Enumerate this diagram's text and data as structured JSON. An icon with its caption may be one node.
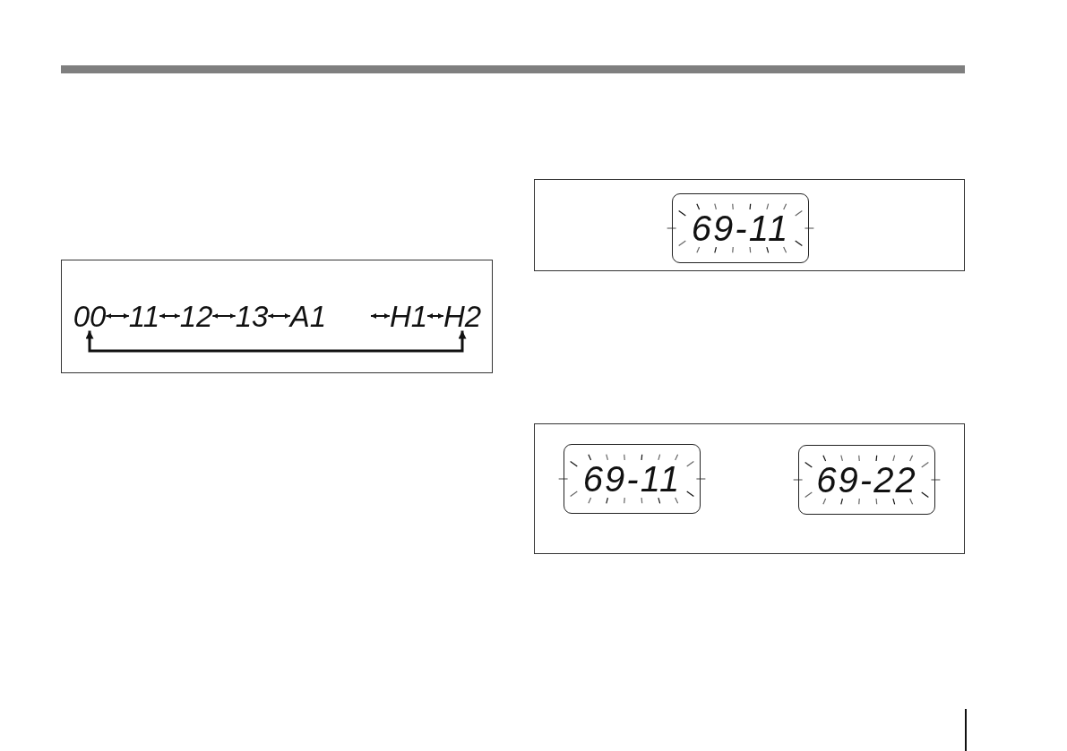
{
  "diagram": {
    "nodes": [
      {
        "text": [],
        "shape": "box"
      },
      {
        "text": [
          "00"
        ],
        "in": 0
      },
      {
        "text": [
          "11"
        ],
        "in": 0
      },
      {
        "text": [
          "12"
        ],
        "in": 0
      },
      {
        "text": [
          "13"
        ],
        "in": 0
      },
      {
        "text": [
          "A1"
        ],
        "in": 0
      },
      {
        "text": [
          "H1"
        ],
        "in": 0
      },
      {
        "text": [
          "H2"
        ],
        "in": 0
      },
      {
        "text": [],
        "shape": "box"
      },
      {
        "text": [
          "69-11"
        ],
        "in": 8
      },
      {
        "text": [],
        "shape": "box"
      },
      {
        "text": [
          "69-11"
        ],
        "in": 10
      },
      {
        "text": [
          "69-22"
        ],
        "in": 10
      }
    ],
    "edges": [
      {
        "from": 1,
        "to": 2,
        "arrow": "both"
      },
      {
        "from": 2,
        "to": 3,
        "arrow": "both"
      },
      {
        "from": 3,
        "to": 4,
        "arrow": "both"
      },
      {
        "from": 4,
        "to": 5,
        "arrow": "both"
      },
      {
        "from": null,
        "to": 6,
        "arrow": "both"
      },
      {
        "from": 6,
        "to": 7,
        "arrow": "both"
      },
      {
        "from": 1,
        "to": 7,
        "arrow": "both"
      }
    ]
  }
}
